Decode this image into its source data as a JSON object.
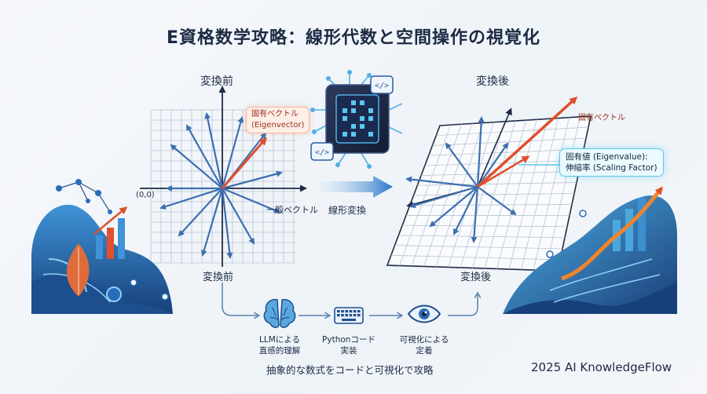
{
  "title": "E資格数学攻略：線形代数と空間操作の視覚化",
  "before_label": "変換前",
  "after_label": "変換後",
  "before_bottom_label": "変換前",
  "after_bottom_label": "変換後",
  "origin_label": "(0,0)",
  "eigenvector_callout": {
    "line1": "固有ベクトル",
    "line2": "(Eigenvector)"
  },
  "general_vector_label": "一般ベクトル",
  "transform_label": "線形変換",
  "eigenvector_after_label": "固有ベクトル",
  "eigenvalue_callout": {
    "line1": "固有値 (Eigenvalue):",
    "line2": "伸縮率 (Scaling Factor)"
  },
  "steps": [
    {
      "line1": "LLMによる",
      "line2": "直感的理解",
      "icon": "brain-icon"
    },
    {
      "line1": "Pythonコード",
      "line2": "実装",
      "icon": "keyboard-icon"
    },
    {
      "line1": "可視化による",
      "line2": "定着",
      "icon": "eye-icon"
    }
  ],
  "tagline": "抽象的な数式をコードと可視化で攻略",
  "credit": "2025 AI KnowledgeFlow",
  "colors": {
    "arrow_blue": "#3d6fb0",
    "eigen_red": "#e0502c",
    "grid": "#b8c3d2",
    "dark": "#1c2a44"
  }
}
